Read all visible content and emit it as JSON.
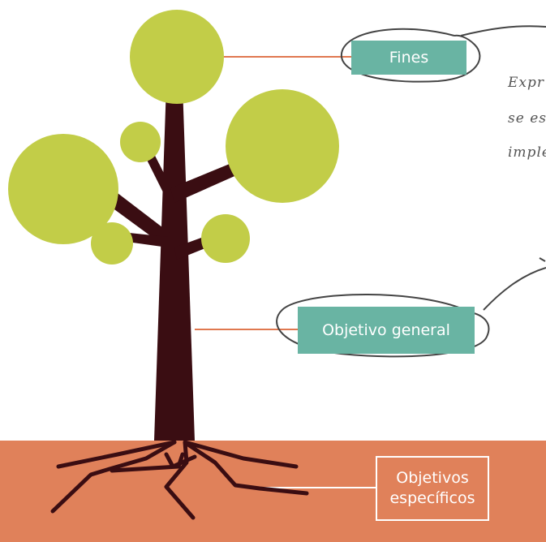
{
  "labels": {
    "fines": "Fines",
    "objetivo_general": "Objetivo general",
    "objetivos_especificos_line1": "Objetivos",
    "objetivos_especificos_line2": "específicos"
  },
  "side_text": {
    "line1": "Expr",
    "line2": "se es",
    "line3": "imple"
  },
  "colors": {
    "leaf": "#c2cd48",
    "trunk": "#3a0d12",
    "ground": "#e0815a",
    "label_box": "#69b4a3",
    "connector": "#e07850",
    "outline": "#444444"
  }
}
